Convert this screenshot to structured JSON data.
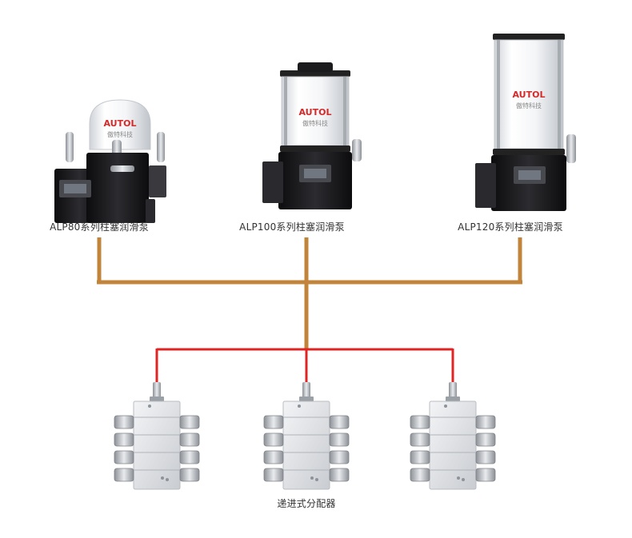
{
  "pumps": [
    {
      "label": "ALP80系列柱塞润滑泵",
      "brand": "AUTOL",
      "brand_sub": "傲特科技"
    },
    {
      "label": "ALP100系列柱塞润滑泵",
      "brand": "AUTOL",
      "brand_sub": "傲特科技"
    },
    {
      "label": "ALP120系列柱塞润滑泵",
      "brand": "AUTOL",
      "brand_sub": "傲特科技"
    }
  ],
  "distributor_label": "递进式分配器",
  "colors": {
    "main_line": "#c2843a",
    "branch_line": "#e02424",
    "brand_text": "#d42a2a",
    "pump_body": "#1b1b1d",
    "distributor_body": "#e6e7ea"
  }
}
